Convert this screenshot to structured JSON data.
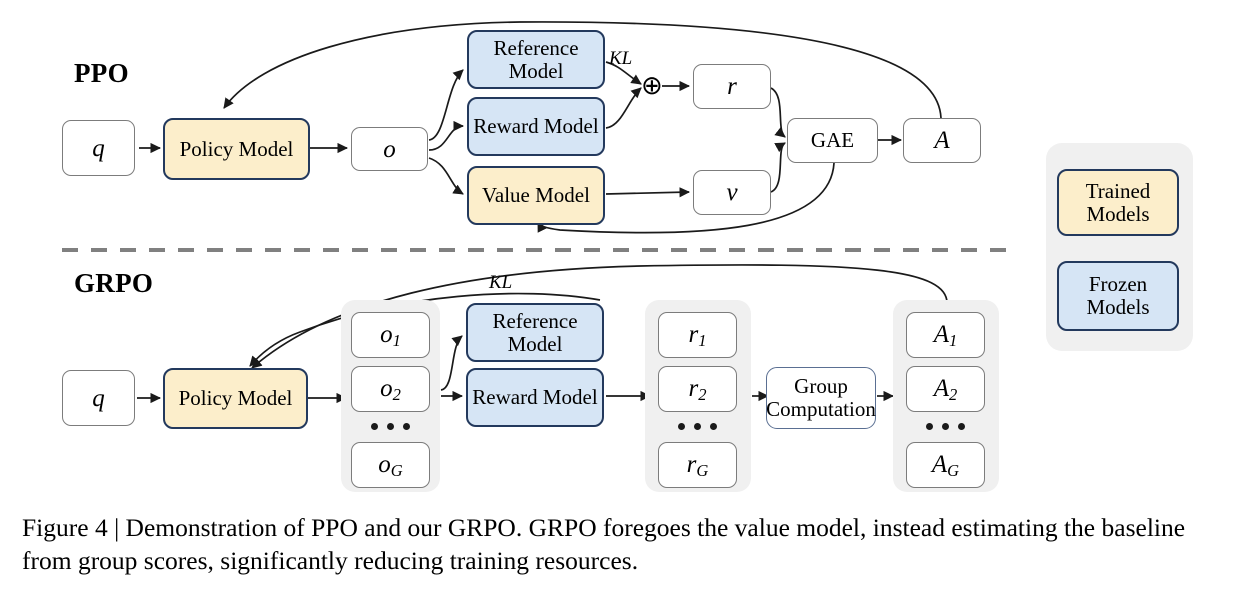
{
  "figure": {
    "caption": "Figure 4 | Demonstration of PPO and our GRPO. GRPO foregoes the value model, instead estimating the baseline from group scores, significantly reducing training resources."
  },
  "colors": {
    "trained_fill": "#fceecb",
    "frozen_fill": "#d6e5f5",
    "box_border": "#23395d",
    "plain_border": "#7c7c7c",
    "group_fill": "#f0f0f0",
    "arrow": "#1a1a1a",
    "divider": "#808080"
  },
  "ppo": {
    "title": "PPO",
    "nodes": {
      "query": "q",
      "policy_model": "Policy Model",
      "output": "o",
      "reference_model": "Reference Model",
      "reward_model": "Reward Model",
      "value_model": "Value Model",
      "reward": "r",
      "value": "v",
      "gae": "GAE",
      "advantage": "A"
    },
    "labels": {
      "kl": "KL",
      "plus": "⊕"
    }
  },
  "grpo": {
    "title": "GRPO",
    "nodes": {
      "query": "q",
      "policy_model": "Policy Model",
      "reference_model": "Reference Model",
      "reward_model": "Reward Model",
      "group_computation": "Group Computation"
    },
    "labels": {
      "kl": "KL"
    },
    "outputs": [
      "o",
      "o",
      "o"
    ],
    "output_subs": [
      "1",
      "2",
      "G"
    ],
    "rewards": [
      "r",
      "r",
      "r"
    ],
    "reward_subs": [
      "1",
      "2",
      "G"
    ],
    "advantages": [
      "A",
      "A",
      "A"
    ],
    "advantage_subs": [
      "1",
      "2",
      "G"
    ]
  },
  "legend": {
    "items": [
      {
        "label": "Trained Models",
        "style": "trained"
      },
      {
        "label": "Frozen Models",
        "style": "frozen"
      }
    ]
  }
}
